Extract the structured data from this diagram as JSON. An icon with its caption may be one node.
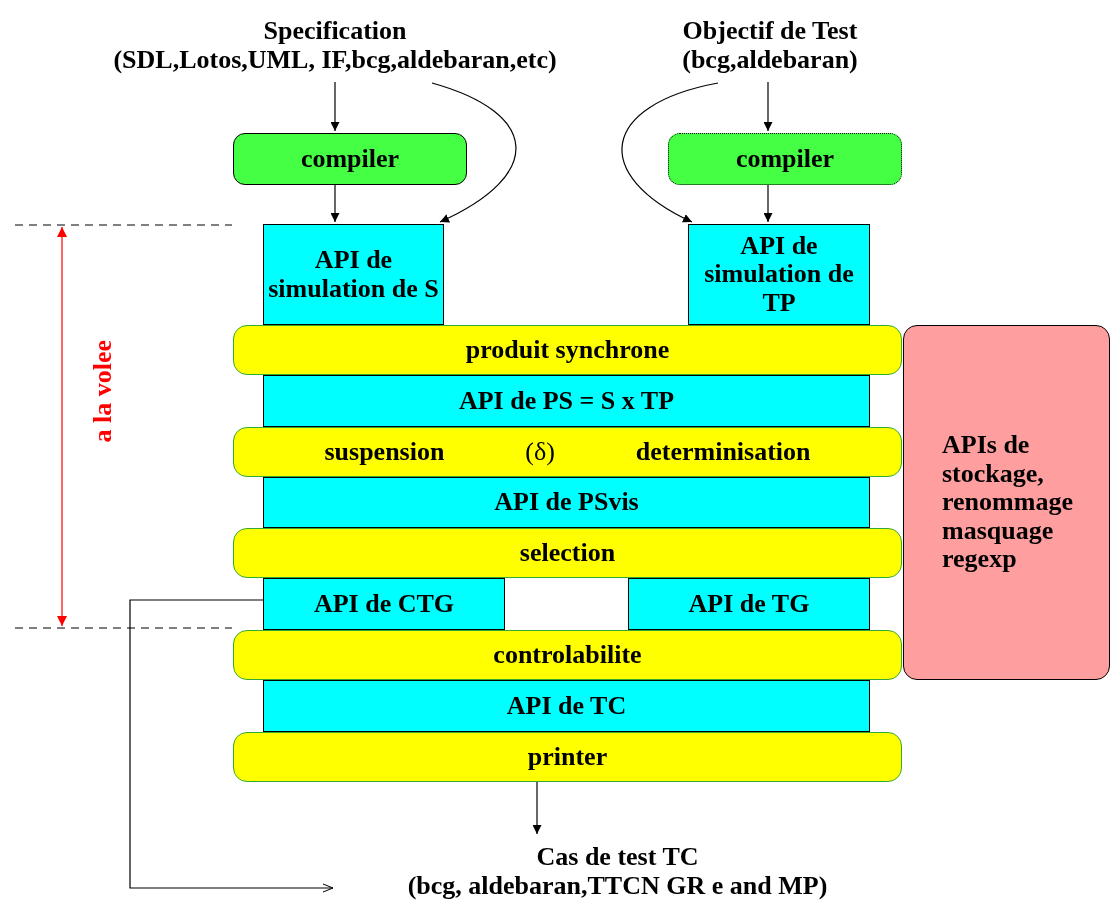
{
  "diagram": {
    "nodes": [
      {
        "text": [
          "Specification",
          "(SDL,Lotos,UML, IF,bcg,aldebaran,etc)"
        ]
      },
      {
        "text": [
          "Objectif de Test",
          "(bcg,aldebaran)"
        ]
      },
      {
        "text": [
          "compiler"
        ]
      },
      {
        "text": [
          "compiler"
        ]
      },
      {
        "text": [
          "API de simulation de S"
        ]
      },
      {
        "text": [
          "API de simulation de TP"
        ]
      },
      {
        "text": [
          "produit synchrone"
        ]
      },
      {
        "text": [
          "API de PS = S x TP"
        ]
      },
      {
        "text": [
          "suspension",
          "(δ)",
          "determinisation"
        ]
      },
      {
        "text": [
          "API de PSvis"
        ]
      },
      {
        "text": [
          "selection"
        ]
      },
      {
        "text": [
          "API de CTG"
        ]
      },
      {
        "text": [
          "API de TG"
        ]
      },
      {
        "text": [
          "controlabilite"
        ]
      },
      {
        "text": [
          "API de TC"
        ]
      },
      {
        "text": [
          "printer"
        ]
      },
      {
        "text": [
          "Cas de test TC",
          "(bcg, aldebaran,TTCN GR e and MP)"
        ]
      },
      {
        "text": [
          "APIs de stockage, renommage masquage regexp"
        ]
      }
    ],
    "edges": [
      {
        "from": 0,
        "to": 2,
        "arrow": "to"
      },
      {
        "from": 0,
        "to": 4,
        "arrow": "to"
      },
      {
        "from": 1,
        "to": 3,
        "arrow": "to"
      },
      {
        "from": 1,
        "to": 5,
        "arrow": "to"
      },
      {
        "from": 2,
        "to": 4,
        "arrow": "to"
      },
      {
        "from": 3,
        "to": 5,
        "arrow": "to"
      },
      {
        "from": 15,
        "to": 16,
        "arrow": "to"
      },
      {
        "from": 11,
        "to": 16,
        "arrow": "to"
      }
    ],
    "labels": [
      "a la volee"
    ]
  }
}
